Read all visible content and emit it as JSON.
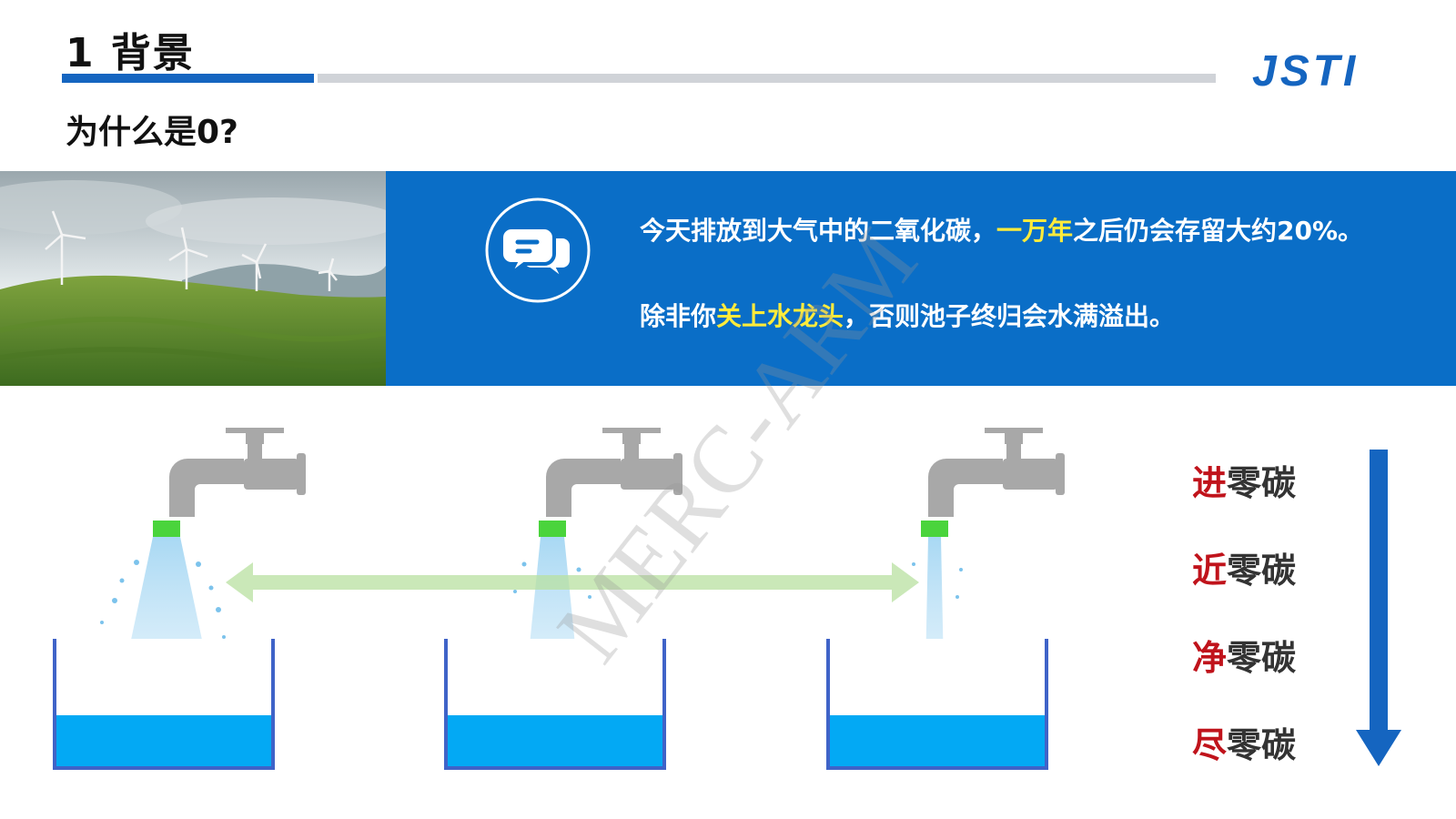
{
  "header": {
    "section_title": "1 背景",
    "logo_text": "JSTI",
    "subtitle": "为什么是0?"
  },
  "panel": {
    "line1": {
      "pre": "今天排放到大气中的二氧化碳，",
      "highlight": "一万年",
      "post": "之后仍会存留大约20%。"
    },
    "line2": {
      "pre": "除非你",
      "highlight": "关上水龙头",
      "post": "，否则池子终归会水满溢出。"
    },
    "icon": "chat-bubbles-icon",
    "highlight_color": "#ffeb3b",
    "panel_color": "#0a6ec7"
  },
  "illustration": {
    "faucets": [
      "faucet-icon",
      "faucet-icon",
      "faucet-icon"
    ],
    "tanks": [
      "water-tank",
      "water-tank",
      "water-tank"
    ],
    "arrow": "double-arrow-icon"
  },
  "stages": [
    {
      "lead": "进",
      "rest": "零碳"
    },
    {
      "lead": "近",
      "rest": "零碳"
    },
    {
      "lead": "净",
      "rest": "零碳"
    },
    {
      "lead": "尽",
      "rest": "零碳"
    }
  ],
  "watermark": "MERC-ARM",
  "colors": {
    "accent_blue": "#1565c0",
    "stage_red": "#c0131b",
    "water": "#03a9f4"
  }
}
